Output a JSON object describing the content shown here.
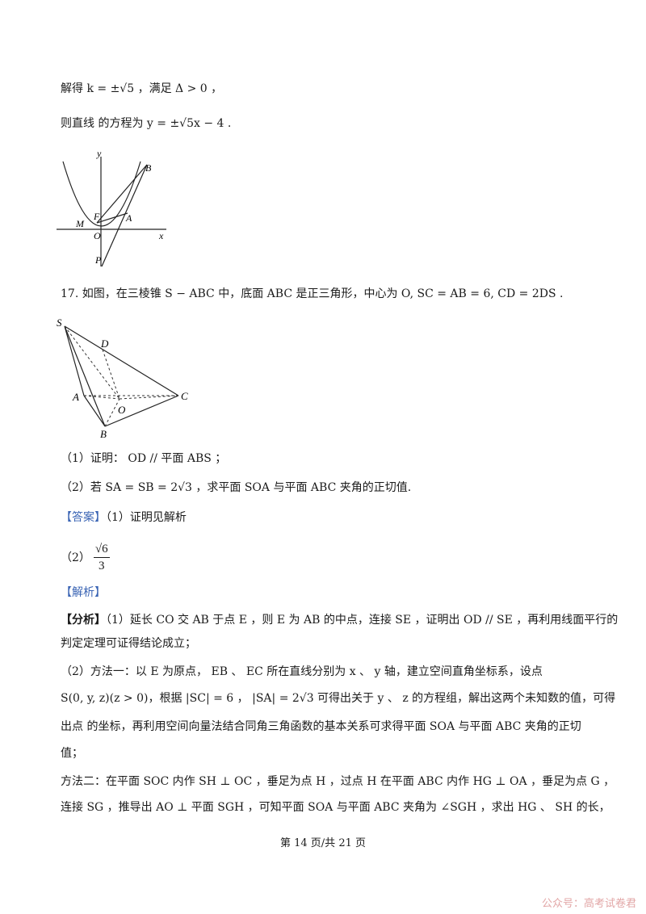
{
  "lines": {
    "l1": "解得 k = ±√5 ，满足 Δ > 0 ，",
    "l2": "则直线  的方程为 y = ±√5x − 4 .",
    "q17": "17. 如图，在三棱锥 S − ABC 中，底面 ABC 是正三角形，中心为 O, SC = AB = 6, CD = 2DS .",
    "p1": "（1）证明： OD // 平面 ABS ；",
    "p2": "（2）若 SA = SB = 2√3 ，求平面 SOA 与平面 ABC 夹角的正切值.",
    "answer_tag": "【答案】",
    "answer1": "（1）证明见解析",
    "answer2_label": "（2）",
    "answer2_num": "√6",
    "answer2_den": "3",
    "analysis_tag": "【解析】",
    "a1_tag": "【分析】",
    "a1": "（1）延长 CO 交 AB 于点 E ，则 E 为 AB 的中点，连接 SE ，证明出 OD // SE ，再利用线面平行的",
    "a2": "判定定理可证得结论成立；",
    "a3": "（2）方法一：以 E 为原点， EB 、 EC 所在直线分别为 x 、 y 轴，建立空间直角坐标系，设点",
    "a4": "S(0, y, z)(z > 0)，根据 |SC| = 6 ， |SA| = 2√3 可得出关于 y 、 z 的方程组，解出这两个未知数的值，可得",
    "a5": "出点  的坐标，再利用空间向量法结合同角三角函数的基本关系可求得平面 SOA 与平面 ABC 夹角的正切",
    "a6": "值；",
    "a7": "方法二：在平面 SOC 内作 SH ⊥ OC ，垂足为点 H ，过点 H 在平面 ABC 内作 HG ⊥ OA ，垂足为点 G ，",
    "a8": "连接 SG ，推导出 AO ⊥ 平面 SGH ，可知平面 SOA 与平面 ABC 夹角为 ∠SGH ，求出 HG 、 SH 的长，"
  },
  "figure1": {
    "labels": {
      "y": "y",
      "B": "B",
      "F": "F",
      "A": "A",
      "M": "M",
      "O": "O",
      "x": "x",
      "P": "P"
    }
  },
  "figure2": {
    "labels": {
      "S": "S",
      "D": "D",
      "A": "A",
      "O": "O",
      "C": "C",
      "B": "B"
    }
  },
  "footer": "第 14 页/共 21 页",
  "watermark": "公众号：高考试卷君",
  "colors": {
    "tag": "#3a64b4",
    "watermark": "#e2a6a6"
  }
}
